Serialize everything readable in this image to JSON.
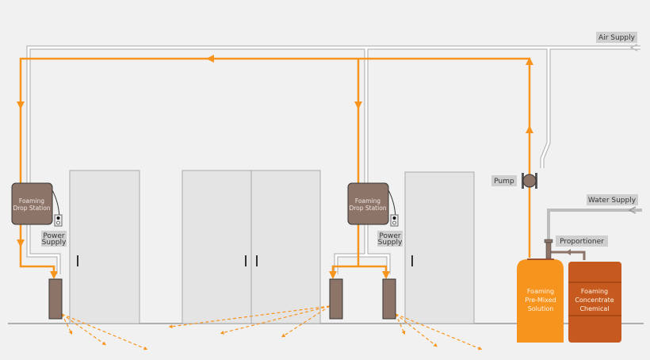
{
  "labels": {
    "air_supply": "Air Supply",
    "water_supply": "Water Supply",
    "pump": "Pump",
    "proportioner": "Proportioner",
    "drop_station_1": [
      "Foaming",
      "Drop Station"
    ],
    "drop_station_2": [
      "Foaming",
      "Drop Station"
    ],
    "power_supply_1": [
      "Power",
      "Supply"
    ],
    "power_supply_2": [
      "Power",
      "Supply"
    ],
    "premix_tank": [
      "Foaming",
      "Pre-Mixed",
      "Solution"
    ],
    "concentrate_drum": [
      "Foaming",
      "Concentrate",
      "Chemical"
    ]
  },
  "colors": {
    "foam_line": "#f7941d",
    "equipment": "#8c7468",
    "drum": "#c65a1e",
    "label_bg": "#cfcfcf",
    "door": "#e4e4e4"
  }
}
